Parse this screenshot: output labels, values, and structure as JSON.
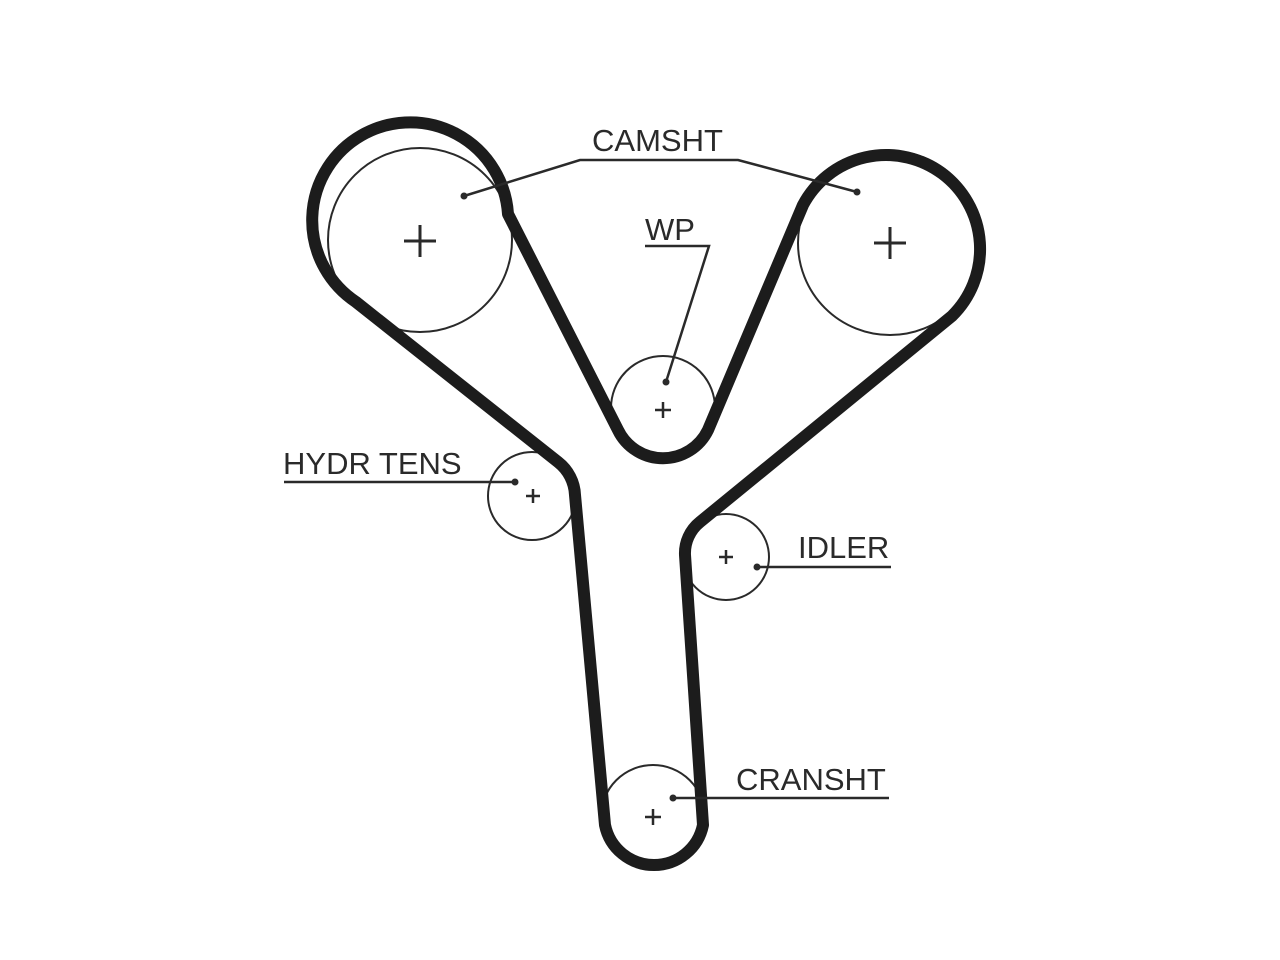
{
  "labels": {
    "camshaft": "CAMSHT",
    "water_pump": "WP",
    "hydraulic_tensioner": "HYDR TENS",
    "idler": "IDLER",
    "crankshaft": "CRANSHT"
  },
  "colors": {
    "line": "#1c1c1c",
    "background": "#ffffff"
  }
}
